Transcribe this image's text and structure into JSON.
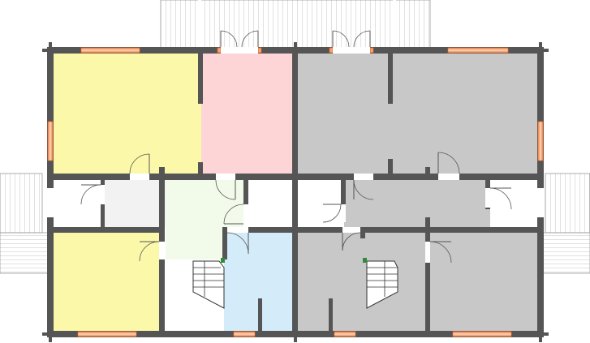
{
  "drawing": {
    "type": "floor-plan",
    "colors": {
      "room_yellow": "#fbf9a9",
      "room_pink": "#fed5d7",
      "room_gray": "#c8c8c8",
      "room_light_gray": "#f2f2f2",
      "room_light_green": "#f2fbea",
      "room_light_blue": "#d4ecfa",
      "wall": "#555555",
      "window": "#e0641e"
    },
    "rooms": [
      {
        "name": "room-yellow-top-left",
        "color": "room_yellow"
      },
      {
        "name": "room-pink-top",
        "color": "room_pink"
      },
      {
        "name": "room-gray-east-unit",
        "color": "room_gray"
      },
      {
        "name": "room-light-gray-hall",
        "color": "room_light_gray"
      },
      {
        "name": "room-light-green-hall",
        "color": "room_light_green"
      },
      {
        "name": "room-light-blue-bath",
        "color": "room_light_blue"
      },
      {
        "name": "room-yellow-bottom-left",
        "color": "room_yellow"
      },
      {
        "name": "room-white-stair-hall",
        "color": "white"
      }
    ]
  }
}
